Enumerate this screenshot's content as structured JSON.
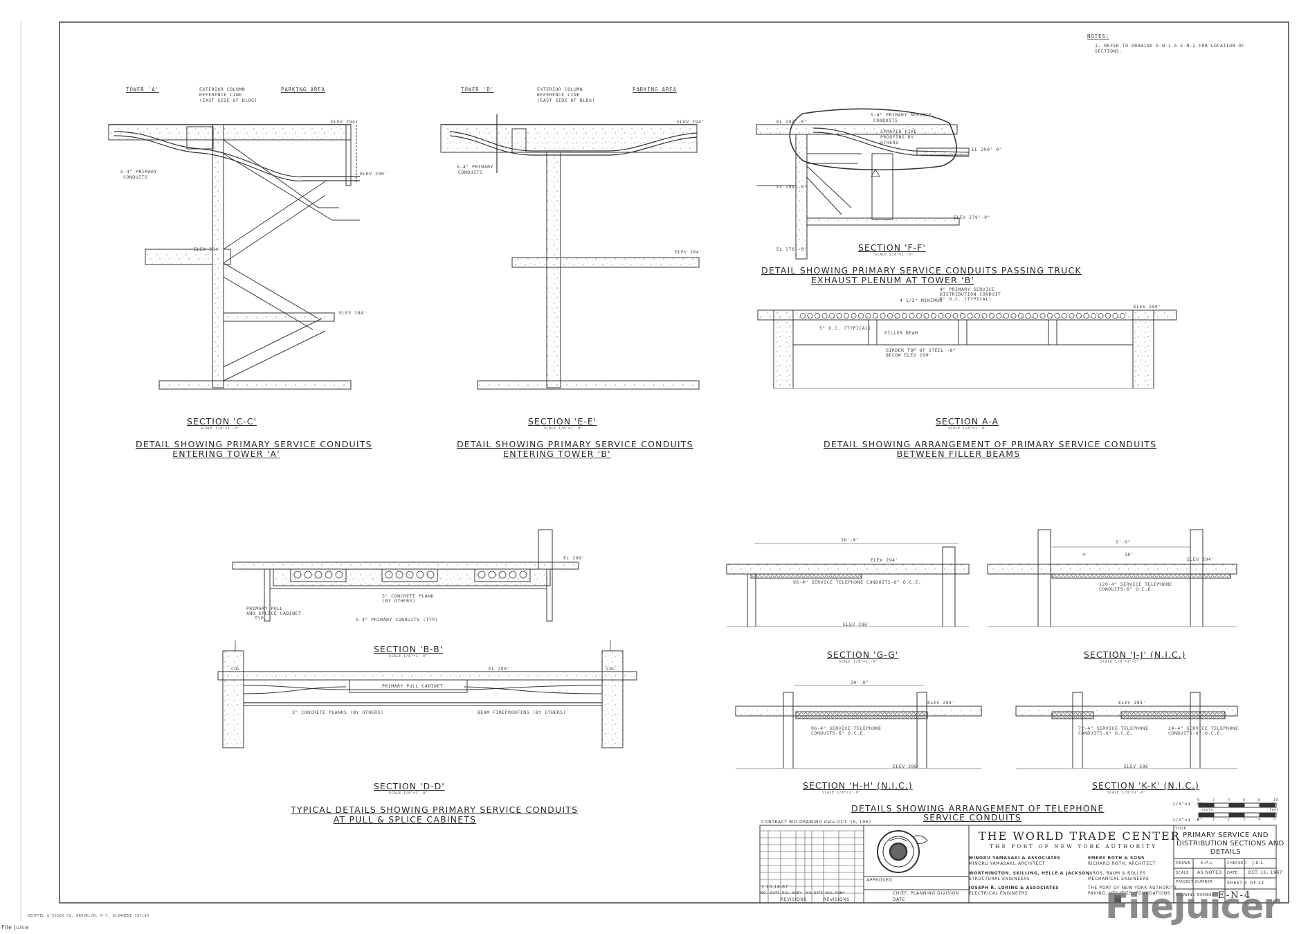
{
  "notes": {
    "heading": "NOTES:",
    "line1": "1. REFER TO DRAWING E-N-1 & E-N-2 FOR LOCATION OF",
    "line2": "SECTIONS."
  },
  "section_c": {
    "label_tower": "TOWER 'A'",
    "label_column_1": "EXTERIOR COLUMN",
    "label_column_2": "REFERENCE LINE",
    "label_column_3": "(EAST SIDE OF BLDG)",
    "label_parking": "PARKING AREA",
    "conduit_note_1": "5-4\" PRIMARY",
    "conduit_note_2": "CONDUITS",
    "elev_top": "ELEV 294'",
    "elev_right": "ELEV 290'",
    "elev_mid": "ELEV 284'",
    "elev_low": "ELEV 284'",
    "title": "SECTION 'C-C'",
    "scale": "SCALE 1/8\"=1'-0\"",
    "caption_1": "DETAIL SHOWING PRIMARY SERVICE CONDUITS",
    "caption_2": "ENTERING TOWER 'A'"
  },
  "section_e": {
    "label_tower": "TOWER 'B'",
    "label_column_1": "EXTERIOR COLUMN",
    "label_column_2": "REFERENCE LINE",
    "label_column_3": "(EAST SIDE OF BLDG)",
    "label_parking": "PARKING AREA",
    "conduit_note_1": "5-4\" PRIMARY",
    "conduit_note_2": "CONDUITS",
    "elev_top": "ELEV 294'",
    "elev_mid": "ELEV 284'",
    "title": "SECTION 'E-E'",
    "scale": "SCALE 1/8\"=1'-0\"",
    "caption_1": "DETAIL SHOWING PRIMARY SERVICE CONDUITS",
    "caption_2": "ENTERING TOWER 'B'"
  },
  "section_f": {
    "note_1": "5-4\" PRIMARY SERVICE",
    "note_2": "CONDUITS",
    "note_3": "SPRAYED FIRE-",
    "note_4": "PROOFING BY",
    "note_5": "OTHERS",
    "elev_a": "EL 294'-0\"",
    "elev_b": "EL 290'-0\"",
    "elev_c": "EL 294'-0\"",
    "elev_d": "ELEV 279'-0\"",
    "elev_e": "EL 276'-0\"",
    "title": "SECTION 'F-F'",
    "scale": "SCALE 1/8\"=1'-0\"",
    "caption_1": "DETAIL SHOWING PRIMARY SERVICE CONDUITS PASSING TRUCK",
    "caption_2": "EXHAUST PLENUM AT TOWER 'B'"
  },
  "section_a": {
    "note_1": "4\" PRIMARY SERVICE",
    "note_2": "DISTRIBUTION CONDUIT",
    "note_3": "5\" O.C. (TYPICAL)",
    "note_min": "4 1/2\" MINIMUM",
    "note_oc": "5\" O.C. (TYPICAL)",
    "note_filler": "FILLER BEAM",
    "note_girder_1": "GIRDER TOP OF STEEL -8\"",
    "note_girder_2": "BELOW ELEV 290'",
    "elev": "ELEV 290'",
    "title": "SECTION A-A",
    "scale": "SCALE 1/8\"=1'-0\"",
    "caption_1": "DETAIL SHOWING ARRANGEMENT OF PRIMARY SERVICE CONDUITS",
    "caption_2": "BETWEEN FILLER BEAMS"
  },
  "section_b": {
    "elev": "EL 290'",
    "note_plank_1": "3\" CONCRETE PLANK",
    "note_plank_2": "(BY OTHERS)",
    "note_cab_1": "PRIMARY PULL",
    "note_cab_2": "AND SPLICE CABINET",
    "note_cab_3": "TYP.",
    "note_conduits": "5-4\" PRIMARY CONDUITS (TYP)",
    "title": "SECTION 'B-B'",
    "scale": "SCALE 1/8\"=1'-0\""
  },
  "section_d": {
    "elev": "EL 290'",
    "col_left": "COL",
    "col_right": "COL",
    "cabinet": "PRIMARY PULL CABINET",
    "note_planks": "3\" CONCRETE PLANKS (BY OTHERS)",
    "note_beam": "BEAM FIREPROOFING (BY OTHERS)",
    "title": "SECTION 'D-D'",
    "scale": "SCALE 1/8\"=1'-0\"",
    "caption_1": "TYPICAL DETAILS SHOWING PRIMARY SERVICE CONDUITS",
    "caption_2": "AT PULL & SPLICE CABINETS"
  },
  "section_g": {
    "dim": "30'-0\"",
    "elev_top": "ELEV 294'",
    "elev_bot": "ELEV 286'",
    "note": "96-4\" SERVICE TELEPHONE CONDUITS-6\" O.C.E.",
    "title": "SECTION 'G-G'",
    "scale": "SCALE 1/8\"=1'-0\""
  },
  "section_j": {
    "dim_a": "4'",
    "dim_b": "10'",
    "dim_c": "3'-0\"",
    "elev_top": "ELEV 294'",
    "note_1": "120-4\" SERVICE TELEPHONE",
    "note_2": "CONDUITS-6\" O.C.E.",
    "title": "SECTION 'J-J' (N.I.C.)",
    "scale": "SCALE 1/8\"=1'-0\""
  },
  "section_h": {
    "dim": "20'-0\"",
    "elev_top": "ELEV 294'",
    "elev_bot": "ELEV 286'",
    "note_1": "96-4\" SERVICE TELEPHONE",
    "note_2": "CONDUITS-6\" O.C.E.",
    "title": "SECTION 'H-H' (N.I.C.)",
    "scale": "SCALE 1/8\"=1'-0\""
  },
  "section_k": {
    "elev_top": "ELEV 294'",
    "elev_bot": "ELEV 286'",
    "note_1": "72-4\" SERVICE TELEPHONE",
    "note_2": "CONDUITS-6\" O.C.E.",
    "note_3": "24-4\" SERVICE TELEPHONE",
    "note_4": "CONDUITS-6\" O.C.E.",
    "title": "SECTION 'K-K' (N.I.C.)",
    "scale": "SCALE 1/8\"=1'-0\""
  },
  "telephone_caption": {
    "line1": "DETAILS SHOWING ARRANGEMENT OF TELEPHONE",
    "line2": "SERVICE CONDUITS"
  },
  "scale_bars": {
    "top_label": "1/8\"=1'-0\"",
    "top_ticks": [
      "0",
      "2",
      "4",
      "6",
      "8",
      "10"
    ],
    "bottom_label": "1/2\"=1'-0\"",
    "bottom_ticks": [
      "0",
      "1",
      "2",
      "3",
      "4",
      "5"
    ],
    "word_scale": "scale",
    "word_feet": "feet"
  },
  "title_block": {
    "contract": "CONTRACT BID DRAWING  date OCT. 16, 1967",
    "revision_mark": "1  10-18-67",
    "revisions_cols": [
      "NO.",
      "DATE",
      "BUL. NO.",
      "BY",
      "NO.",
      "DATE",
      "BUL. NO.",
      "BY"
    ],
    "revisions_left": "REVISIONS",
    "revisions_right": "REVISIONS",
    "approved": "APPROVED",
    "chief": "CHIEF, PLANNING DIVISION",
    "date_word": "DATE",
    "project_title": "THE WORLD TRADE CENTER",
    "authority": "THE PORT OF NEW YORK AUTHORITY",
    "arch_1": "MINORU YAMASAKI & ASSOCIATES",
    "arch_1b": "MINORU YAMASAKI, ARCHITECT",
    "arch_2": "EMERY ROTH & SONS",
    "arch_2b": "RICHARD ROTH, ARCHITECT",
    "eng_1": "WORTHINGTON, SKILLING, HELLE & JACKSON",
    "eng_1b": "STRUCTURAL ENGINEERS",
    "eng_2": "JAROS, BAUM & BOLLES",
    "eng_2b": "MECHANICAL ENGINEERS",
    "eng_3": "JOSEPH R. LORING & ASSOCIATES",
    "eng_3b": "ELECTRICAL ENGINEERS",
    "eng_4": "THE PORT OF NEW YORK AUTHORITY",
    "eng_4b": "PAVING, UTILITIES, FOUNDATIONS",
    "title_word": "TITLE",
    "sheet_title_1": "PRIMARY SERVICE AND",
    "sheet_title_2": "DISTRIBUTION SECTIONS AND",
    "sheet_title_3": "DETAILS",
    "drawn_label": "DRAWN",
    "drawn_value": "E.P.L.",
    "checked_label": "CHECKED",
    "checked_value": "J.E.L.",
    "scale_label": "SCALE",
    "scale_value": "AS NOTED",
    "date_label": "DATE",
    "date_value": "OCT. 16, 1967",
    "project_label": "PROJECT NUMBER",
    "sheet_label": "SHEET 4",
    "sheet_of": "OF 12",
    "drawing_label": "DRAWING NUMBER",
    "drawing_value": "E-N-4"
  },
  "footer": {
    "printer": "KEUFFEL & ESSER CO. BROOKLYN, N.Y.   ALBANENE 107180",
    "source": "File Juice",
    "watermark": "FileJuicer"
  }
}
